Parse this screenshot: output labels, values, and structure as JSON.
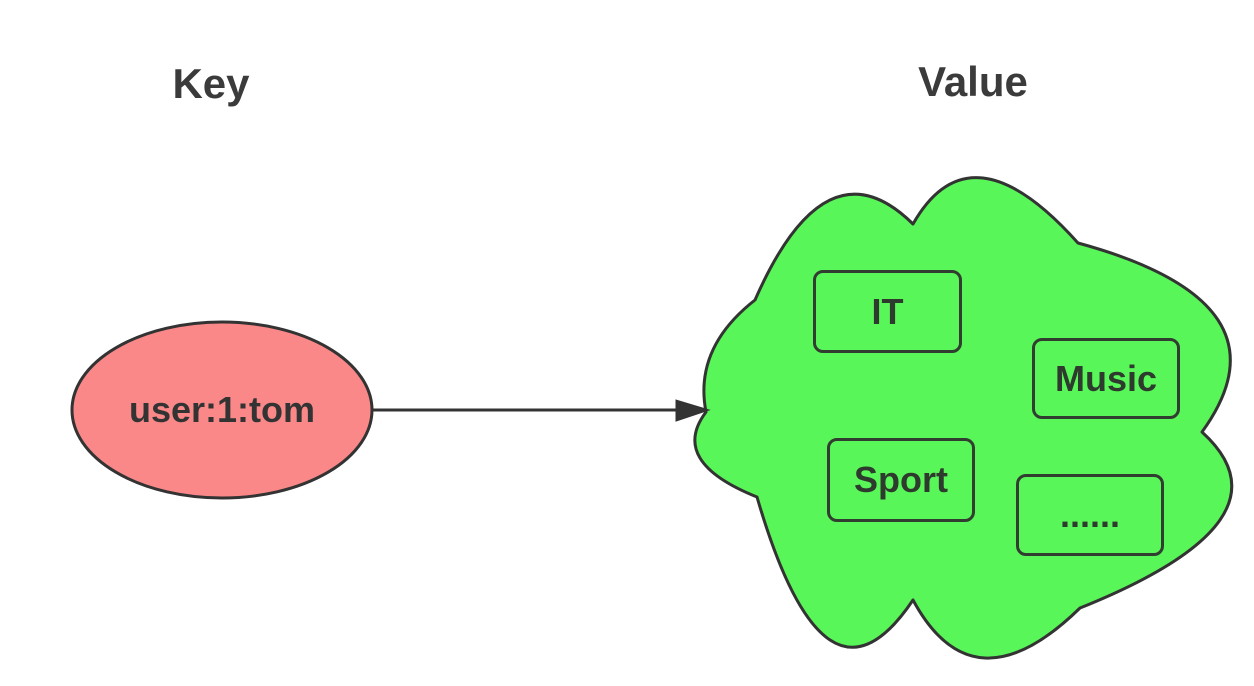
{
  "titles": {
    "key": "Key",
    "value": "Value"
  },
  "key_node": {
    "shape": "ellipse",
    "label": "user:1:tom"
  },
  "arrow": {
    "direction": "key-to-value"
  },
  "value_cloud": {
    "shape": "cloud",
    "items": [
      {
        "label": "IT"
      },
      {
        "label": "Music"
      },
      {
        "label": "Sport"
      },
      {
        "label": "......"
      }
    ]
  },
  "colors": {
    "key_fill": "#fa8888",
    "value_fill": "#58f658",
    "stroke": "#333333",
    "box_stroke": "#313d31",
    "text": "#2e3a2e",
    "node_text": "#333333",
    "title_text": "#3b3b3b",
    "background": "#ffffff"
  }
}
